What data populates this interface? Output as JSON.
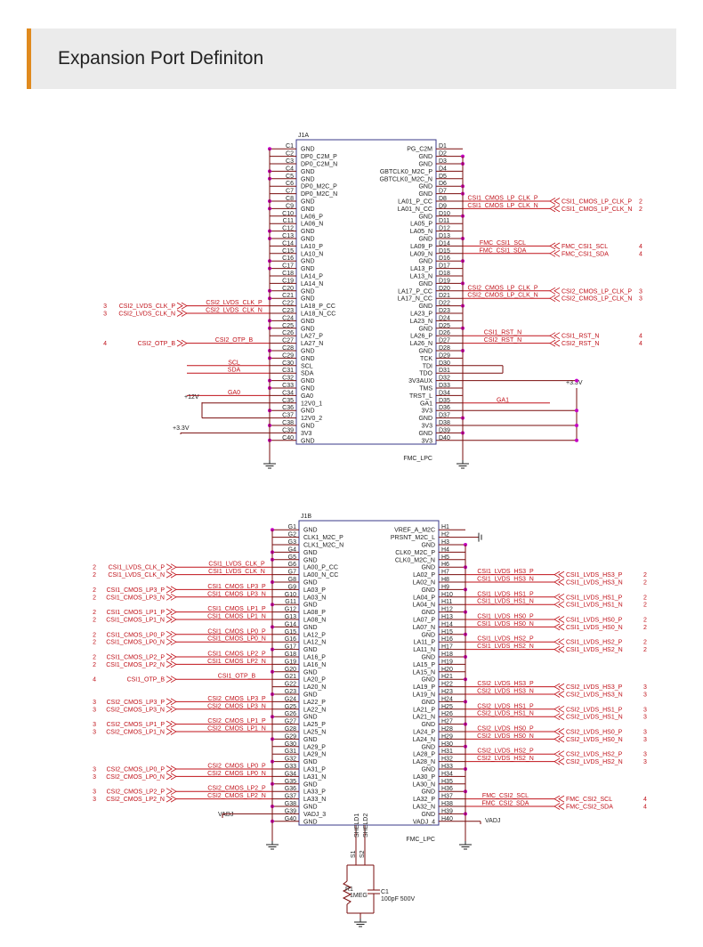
{
  "header": {
    "title": "Expansion Port Definiton"
  },
  "colors": {
    "accent": "#e08a1e",
    "net": "#c0121a",
    "dot": "#c400c4",
    "wire": "#7a0c0c",
    "ink": "#222222"
  },
  "j1a": {
    "ref": "J1A",
    "part": "FMC_LPC",
    "left_pins": [
      {
        "num": "C1",
        "name": "GND"
      },
      {
        "num": "C2",
        "name": "DP0_C2M_P"
      },
      {
        "num": "C3",
        "name": "DP0_C2M_N"
      },
      {
        "num": "C4",
        "name": "GND"
      },
      {
        "num": "C5",
        "name": "GND"
      },
      {
        "num": "C6",
        "name": "DP0_M2C_P"
      },
      {
        "num": "C7",
        "name": "DP0_M2C_N"
      },
      {
        "num": "C8",
        "name": "GND"
      },
      {
        "num": "C9",
        "name": "GND"
      },
      {
        "num": "C10",
        "name": "LA06_P"
      },
      {
        "num": "C11",
        "name": "LA06_N"
      },
      {
        "num": "C12",
        "name": "GND"
      },
      {
        "num": "C13",
        "name": "GND"
      },
      {
        "num": "C14",
        "name": "LA10_P"
      },
      {
        "num": "C15",
        "name": "LA10_N"
      },
      {
        "num": "C16",
        "name": "GND"
      },
      {
        "num": "C17",
        "name": "GND"
      },
      {
        "num": "C18",
        "name": "LA14_P"
      },
      {
        "num": "C19",
        "name": "LA14_N"
      },
      {
        "num": "C20",
        "name": "GND"
      },
      {
        "num": "C21",
        "name": "GND"
      },
      {
        "num": "C22",
        "name": "LA18_P_CC"
      },
      {
        "num": "C23",
        "name": "LA18_N_CC"
      },
      {
        "num": "C24",
        "name": "GND"
      },
      {
        "num": "C25",
        "name": "GND"
      },
      {
        "num": "C26",
        "name": "LA27_P"
      },
      {
        "num": "C27",
        "name": "LA27_N"
      },
      {
        "num": "C28",
        "name": "GND"
      },
      {
        "num": "C29",
        "name": "GND"
      },
      {
        "num": "C30",
        "name": "SCL"
      },
      {
        "num": "C31",
        "name": "SDA"
      },
      {
        "num": "C32",
        "name": "GND"
      },
      {
        "num": "C33",
        "name": "GND"
      },
      {
        "num": "C34",
        "name": "GA0"
      },
      {
        "num": "C35",
        "name": "12V0_1"
      },
      {
        "num": "C36",
        "name": "GND"
      },
      {
        "num": "C37",
        "name": "12V0_2"
      },
      {
        "num": "C38",
        "name": "GND"
      },
      {
        "num": "C39",
        "name": "3V3"
      },
      {
        "num": "C40",
        "name": "GND"
      }
    ],
    "right_pins": [
      {
        "num": "D1",
        "name": "PG_C2M"
      },
      {
        "num": "D2",
        "name": "GND"
      },
      {
        "num": "D3",
        "name": "GND"
      },
      {
        "num": "D4",
        "name": "GBTCLK0_M2C_P"
      },
      {
        "num": "D5",
        "name": "GBTCLK0_M2C_N"
      },
      {
        "num": "D6",
        "name": "GND"
      },
      {
        "num": "D7",
        "name": "GND"
      },
      {
        "num": "D8",
        "name": "LA01_P_CC"
      },
      {
        "num": "D9",
        "name": "LA01_N_CC"
      },
      {
        "num": "D10",
        "name": "GND"
      },
      {
        "num": "D11",
        "name": "LA05_P"
      },
      {
        "num": "D12",
        "name": "LA05_N"
      },
      {
        "num": "D13",
        "name": "GND"
      },
      {
        "num": "D14",
        "name": "LA09_P"
      },
      {
        "num": "D15",
        "name": "LA09_N"
      },
      {
        "num": "D16",
        "name": "GND"
      },
      {
        "num": "D17",
        "name": "LA13_P"
      },
      {
        "num": "D18",
        "name": "LA13_N"
      },
      {
        "num": "D19",
        "name": "GND"
      },
      {
        "num": "D20",
        "name": "LA17_P_CC"
      },
      {
        "num": "D21",
        "name": "LA17_N_CC"
      },
      {
        "num": "D22",
        "name": "GND"
      },
      {
        "num": "D23",
        "name": "LA23_P"
      },
      {
        "num": "D24",
        "name": "LA23_N"
      },
      {
        "num": "D25",
        "name": "GND"
      },
      {
        "num": "D26",
        "name": "LA26_P"
      },
      {
        "num": "D27",
        "name": "LA26_N"
      },
      {
        "num": "D28",
        "name": "GND"
      },
      {
        "num": "D29",
        "name": "TCK"
      },
      {
        "num": "D30",
        "name": "TDI"
      },
      {
        "num": "D31",
        "name": "TDO"
      },
      {
        "num": "D32",
        "name": "3V3AUX"
      },
      {
        "num": "D33",
        "name": "TMS"
      },
      {
        "num": "D34",
        "name": "TRST_L"
      },
      {
        "num": "D35",
        "name": "GA1"
      },
      {
        "num": "D36",
        "name": "3V3"
      },
      {
        "num": "D37",
        "name": "GND"
      },
      {
        "num": "D38",
        "name": "3V3"
      },
      {
        "num": "D39",
        "name": "GND"
      },
      {
        "num": "D40",
        "name": "3V3"
      }
    ],
    "left_nets": [
      {
        "row": 21,
        "label": "CSI2_LVDS_CLK_P",
        "port": "CSI2_LVDS_CLK_P",
        "sheet": "3"
      },
      {
        "row": 22,
        "label": "CSI2_LVDS_CLK_N",
        "port": "CSI2_LVDS_CLK_N",
        "sheet": "3"
      },
      {
        "row": 26,
        "label": "CSI2_OTP_B",
        "port": "CSI2_OTP_B",
        "sheet": "4"
      },
      {
        "row": 29,
        "label": "SCL",
        "port": "",
        "sheet": ""
      },
      {
        "row": 30,
        "label": "SDA",
        "port": "",
        "sheet": ""
      },
      {
        "row": 33,
        "label": "GA0",
        "port": "",
        "sheet": ""
      }
    ],
    "right_nets": [
      {
        "row": 7,
        "label": "CSI1_CMOS_LP_CLK_P",
        "port": "CSI1_CMOS_LP_CLK_P",
        "sheet": "2"
      },
      {
        "row": 8,
        "label": "CSI1_CMOS_LP_CLK_N",
        "port": "CSI1_CMOS_LP_CLK_N",
        "sheet": "2"
      },
      {
        "row": 13,
        "label": "FMC_CSI1_SCL",
        "port": "FMC_CSI1_SCL",
        "sheet": "4"
      },
      {
        "row": 14,
        "label": "FMC_CSI1_SDA",
        "port": "FMC_CSI1_SDA",
        "sheet": "4"
      },
      {
        "row": 19,
        "label": "CSI2_CMOS_LP_CLK_P",
        "port": "CSI2_CMOS_LP_CLK_P",
        "sheet": "3"
      },
      {
        "row": 20,
        "label": "CSI2_CMOS_LP_CLK_N",
        "port": "CSI2_CMOS_LP_CLK_N",
        "sheet": "3"
      },
      {
        "row": 25,
        "label": "CSI1_RST_N",
        "port": "CSI1_RST_N",
        "sheet": "4"
      },
      {
        "row": 26,
        "label": "CSI2_RST_N",
        "port": "CSI2_RST_N",
        "sheet": "4"
      },
      {
        "row": 34,
        "label": "GA1",
        "port": "",
        "sheet": ""
      }
    ],
    "power": {
      "v12": "+12V",
      "v33_left": "+3.3V",
      "v33_right": "+3.3V"
    }
  },
  "j1b": {
    "ref": "J1B",
    "part": "FMC_LPC",
    "left_pins": [
      {
        "num": "G1",
        "name": "GND"
      },
      {
        "num": "G2",
        "name": "CLK1_M2C_P"
      },
      {
        "num": "G3",
        "name": "CLK1_M2C_N"
      },
      {
        "num": "G4",
        "name": "GND"
      },
      {
        "num": "G5",
        "name": "GND"
      },
      {
        "num": "G6",
        "name": "LA00_P_CC"
      },
      {
        "num": "G7",
        "name": "LA00_N_CC"
      },
      {
        "num": "G8",
        "name": "GND"
      },
      {
        "num": "G9",
        "name": "LA03_P"
      },
      {
        "num": "G10",
        "name": "LA03_N"
      },
      {
        "num": "G11",
        "name": "GND"
      },
      {
        "num": "G12",
        "name": "LA08_P"
      },
      {
        "num": "G13",
        "name": "LA08_N"
      },
      {
        "num": "G14",
        "name": "GND"
      },
      {
        "num": "G15",
        "name": "LA12_P"
      },
      {
        "num": "G16",
        "name": "LA12_N"
      },
      {
        "num": "G17",
        "name": "GND"
      },
      {
        "num": "G18",
        "name": "LA16_P"
      },
      {
        "num": "G19",
        "name": "LA16_N"
      },
      {
        "num": "G20",
        "name": "GND"
      },
      {
        "num": "G21",
        "name": "LA20_P"
      },
      {
        "num": "G22",
        "name": "LA20_N"
      },
      {
        "num": "G23",
        "name": "GND"
      },
      {
        "num": "G24",
        "name": "LA22_P"
      },
      {
        "num": "G25",
        "name": "LA22_N"
      },
      {
        "num": "G26",
        "name": "GND"
      },
      {
        "num": "G27",
        "name": "LA25_P"
      },
      {
        "num": "G28",
        "name": "LA25_N"
      },
      {
        "num": "G29",
        "name": "GND"
      },
      {
        "num": "G30",
        "name": "LA29_P"
      },
      {
        "num": "G31",
        "name": "LA29_N"
      },
      {
        "num": "G32",
        "name": "GND"
      },
      {
        "num": "G33",
        "name": "LA31_P"
      },
      {
        "num": "G34",
        "name": "LA31_N"
      },
      {
        "num": "G35",
        "name": "GND"
      },
      {
        "num": "G36",
        "name": "LA33_P"
      },
      {
        "num": "G37",
        "name": "LA33_N"
      },
      {
        "num": "G38",
        "name": "GND"
      },
      {
        "num": "G39",
        "name": "VADJ_3"
      },
      {
        "num": "G40",
        "name": "GND"
      }
    ],
    "right_pins": [
      {
        "num": "H1",
        "name": "VREF_A_M2C"
      },
      {
        "num": "H2",
        "name": "PRSNT_M2C_L"
      },
      {
        "num": "H3",
        "name": "GND"
      },
      {
        "num": "H4",
        "name": "CLK0_M2C_P"
      },
      {
        "num": "H5",
        "name": "CLK0_M2C_N"
      },
      {
        "num": "H6",
        "name": "GND"
      },
      {
        "num": "H7",
        "name": "LA02_P"
      },
      {
        "num": "H8",
        "name": "LA02_N"
      },
      {
        "num": "H9",
        "name": "GND"
      },
      {
        "num": "H10",
        "name": "LA04_P"
      },
      {
        "num": "H11",
        "name": "LA04_N"
      },
      {
        "num": "H12",
        "name": "GND"
      },
      {
        "num": "H13",
        "name": "LA07_P"
      },
      {
        "num": "H14",
        "name": "LA07_N"
      },
      {
        "num": "H15",
        "name": "GND"
      },
      {
        "num": "H16",
        "name": "LA11_P"
      },
      {
        "num": "H17",
        "name": "LA11_N"
      },
      {
        "num": "H18",
        "name": "GND"
      },
      {
        "num": "H19",
        "name": "LA15_P"
      },
      {
        "num": "H20",
        "name": "LA15_N"
      },
      {
        "num": "H21",
        "name": "GND"
      },
      {
        "num": "H22",
        "name": "LA19_P"
      },
      {
        "num": "H23",
        "name": "LA19_N"
      },
      {
        "num": "H24",
        "name": "GND"
      },
      {
        "num": "H25",
        "name": "LA21_P"
      },
      {
        "num": "H26",
        "name": "LA21_N"
      },
      {
        "num": "H27",
        "name": "GND"
      },
      {
        "num": "H28",
        "name": "LA24_P"
      },
      {
        "num": "H29",
        "name": "LA24_N"
      },
      {
        "num": "H30",
        "name": "GND"
      },
      {
        "num": "H31",
        "name": "LA28_P"
      },
      {
        "num": "H32",
        "name": "LA28_N"
      },
      {
        "num": "H33",
        "name": "GND"
      },
      {
        "num": "H34",
        "name": "LA30_P"
      },
      {
        "num": "H35",
        "name": "LA30_N"
      },
      {
        "num": "H36",
        "name": "GND"
      },
      {
        "num": "H37",
        "name": "LA32_P"
      },
      {
        "num": "H38",
        "name": "LA32_N"
      },
      {
        "num": "H39",
        "name": "GND"
      },
      {
        "num": "H40",
        "name": "VADJ_4"
      }
    ],
    "left_nets": [
      {
        "row": 5,
        "label": "CSI1_LVDS_CLK_P",
        "port": "CSI1_LVDS_CLK_P",
        "sheet": "2"
      },
      {
        "row": 6,
        "label": "CSI1_LVDS_CLK_N",
        "port": "CSI1_LVDS_CLK_N",
        "sheet": "2"
      },
      {
        "row": 8,
        "label": "CSI1_CMOS_LP3_P",
        "port": "CSI1_CMOS_LP3_P",
        "sheet": "2"
      },
      {
        "row": 9,
        "label": "CSI1_CMOS_LP3_N",
        "port": "CSI1_CMOS_LP3_N",
        "sheet": "2"
      },
      {
        "row": 11,
        "label": "CSI1_CMOS_LP1_P",
        "port": "CSI1_CMOS_LP1_P",
        "sheet": "2"
      },
      {
        "row": 12,
        "label": "CSI1_CMOS_LP1_N",
        "port": "CSI1_CMOS_LP1_N",
        "sheet": "2"
      },
      {
        "row": 14,
        "label": "CSI1_CMOS_LP0_P",
        "port": "CSI1_CMOS_LP0_P",
        "sheet": "2"
      },
      {
        "row": 15,
        "label": "CSI1_CMOS_LP0_N",
        "port": "CSI1_CMOS_LP0_N",
        "sheet": "2"
      },
      {
        "row": 17,
        "label": "CSI1_CMOS_LP2_P",
        "port": "CSI1_CMOS_LP2_P",
        "sheet": "2"
      },
      {
        "row": 18,
        "label": "CSI1_CMOS_LP2_N",
        "port": "CSI1_CMOS_LP2_N",
        "sheet": "2"
      },
      {
        "row": 20,
        "label": "CSI1_OTP_B",
        "port": "CSI1_OTP_B",
        "sheet": "4"
      },
      {
        "row": 23,
        "label": "CSI2_CMOS_LP3_P",
        "port": "CSI2_CMOS_LP3_P",
        "sheet": "3"
      },
      {
        "row": 24,
        "label": "CSI2_CMOS_LP3_N",
        "port": "CSI2_CMOS_LP3_N",
        "sheet": "3"
      },
      {
        "row": 26,
        "label": "CSI2_CMOS_LP1_P",
        "port": "CSI2_CMOS_LP1_P",
        "sheet": "3"
      },
      {
        "row": 27,
        "label": "CSI2_CMOS_LP1_N",
        "port": "CSI2_CMOS_LP1_N",
        "sheet": "3"
      },
      {
        "row": 32,
        "label": "CSI2_CMOS_LP0_P",
        "port": "CSI2_CMOS_LP0_P",
        "sheet": "3"
      },
      {
        "row": 33,
        "label": "CSI2_CMOS_LP0_N",
        "port": "CSI2_CMOS_LP0_N",
        "sheet": "3"
      },
      {
        "row": 35,
        "label": "CSI2_CMOS_LP2_P",
        "port": "CSI2_CMOS_LP2_P",
        "sheet": "3"
      },
      {
        "row": 36,
        "label": "CSI2_CMOS_LP2_N",
        "port": "CSI2_CMOS_LP2_N",
        "sheet": "3"
      }
    ],
    "right_nets": [
      {
        "row": 6,
        "label": "CSI1_LVDS_HS3_P",
        "port": "CSI1_LVDS_HS3_P",
        "sheet": "2"
      },
      {
        "row": 7,
        "label": "CSI1_LVDS_HS3_N",
        "port": "CSI1_LVDS_HS3_N",
        "sheet": "2"
      },
      {
        "row": 9,
        "label": "CSI1_LVDS_HS1_P",
        "port": "CSI1_LVDS_HS1_P",
        "sheet": "2"
      },
      {
        "row": 10,
        "label": "CSI1_LVDS_HS1_N",
        "port": "CSI1_LVDS_HS1_N",
        "sheet": "2"
      },
      {
        "row": 12,
        "label": "CSI1_LVDS_HS0_P",
        "port": "CSI1_LVDS_HS0_P",
        "sheet": "2"
      },
      {
        "row": 13,
        "label": "CSI1_LVDS_HS0_N",
        "port": "CSI1_LVDS_HS0_N",
        "sheet": "2"
      },
      {
        "row": 15,
        "label": "CSI1_LVDS_HS2_P",
        "port": "CSI1_LVDS_HS2_P",
        "sheet": "2"
      },
      {
        "row": 16,
        "label": "CSI1_LVDS_HS2_N",
        "port": "CSI1_LVDS_HS2_N",
        "sheet": "2"
      },
      {
        "row": 21,
        "label": "CSI2_LVDS_HS3_P",
        "port": "CSI2_LVDS_HS3_P",
        "sheet": "3"
      },
      {
        "row": 22,
        "label": "CSI2_LVDS_HS3_N",
        "port": "CSI2_LVDS_HS3_N",
        "sheet": "3"
      },
      {
        "row": 24,
        "label": "CSI2_LVDS_HS1_P",
        "port": "CSI2_LVDS_HS1_P",
        "sheet": "3"
      },
      {
        "row": 25,
        "label": "CSI2_LVDS_HS1_N",
        "port": "CSI2_LVDS_HS1_N",
        "sheet": "3"
      },
      {
        "row": 27,
        "label": "CSI2_LVDS_HS0_P",
        "port": "CSI2_LVDS_HS0_P",
        "sheet": "3"
      },
      {
        "row": 28,
        "label": "CSI2_LVDS_HS0_N",
        "port": "CSI2_LVDS_HS0_N",
        "sheet": "3"
      },
      {
        "row": 30,
        "label": "CSI2_LVDS_HS2_P",
        "port": "CSI2_LVDS_HS2_P",
        "sheet": "3"
      },
      {
        "row": 31,
        "label": "CSI2_LVDS_HS2_N",
        "port": "CSI2_LVDS_HS2_N",
        "sheet": "3"
      },
      {
        "row": 36,
        "label": "FMC_CSI2_SCL",
        "port": "FMC_CSI2_SCL",
        "sheet": "4"
      },
      {
        "row": 37,
        "label": "FMC_CSI2_SDA",
        "port": "FMC_CSI2_SDA",
        "sheet": "4"
      }
    ],
    "vadj_left": "VADJ",
    "vadj_right": "VADJ",
    "shield_pins": [
      {
        "num": "S1",
        "name": "SHELD1"
      },
      {
        "num": "S2",
        "name": "SHELD2"
      }
    ],
    "r1": {
      "ref": "R1",
      "value": "1MEG"
    },
    "c1": {
      "ref": "C1",
      "value": "100pF 500V"
    }
  }
}
